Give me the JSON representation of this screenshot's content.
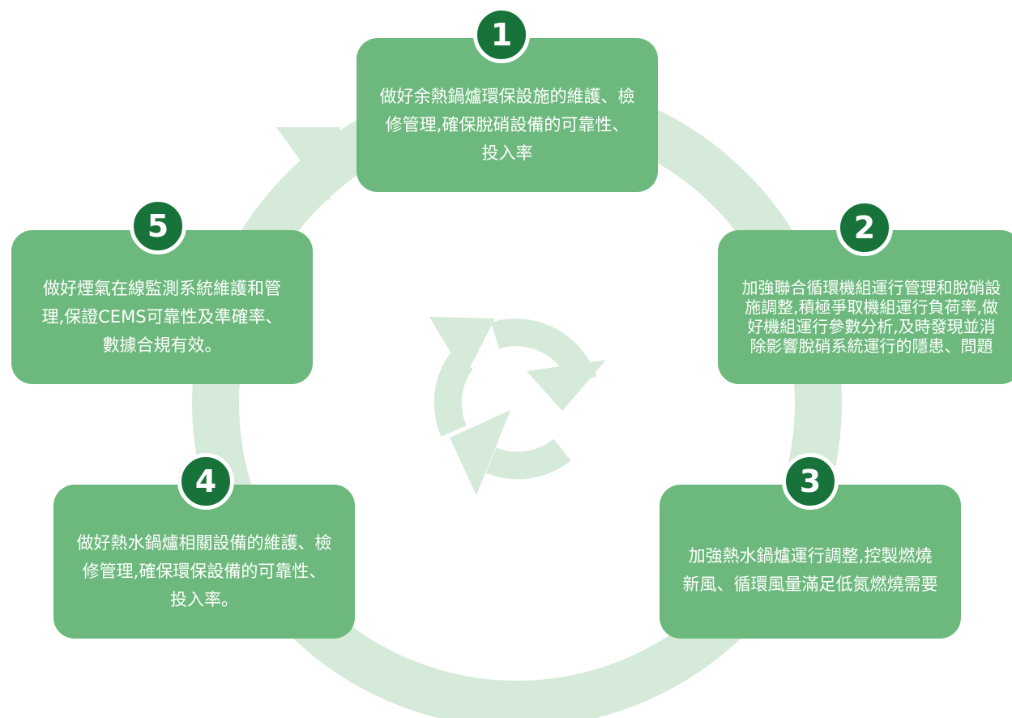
{
  "steps": [
    {
      "number": "1",
      "text": "做好余熱鍋爐環保設施的維護、檢修管理,確保脫硝設備的可靠性、投入率"
    },
    {
      "number": "2",
      "text": "加強聯合循環機組運行管理和脫硝設施調整,積極爭取機組運行負荷率,做好機組運行參數分析,及時發現並消除影響脫硝系統運行的隱患、問題"
    },
    {
      "number": "3",
      "text": "加強熱水鍋爐運行調整,控製燃燒新風、循環風量滿足低氮燃燒需要"
    },
    {
      "number": "4",
      "text": "做好熱水鍋爐相關設備的維護、檢修管理,確保環保設備的可靠性、投入率。"
    },
    {
      "number": "5",
      "text": "做好煙氣在線監測系統維護和管理,保證CEMS可靠性及準確率、數據合規有效。"
    }
  ],
  "colors": {
    "card": "#6db97d",
    "badge": "#17733a",
    "ring": "#d6ead9",
    "icon": "#d6ead9"
  },
  "icons": {
    "cycle": "recycle-arrows-icon"
  }
}
